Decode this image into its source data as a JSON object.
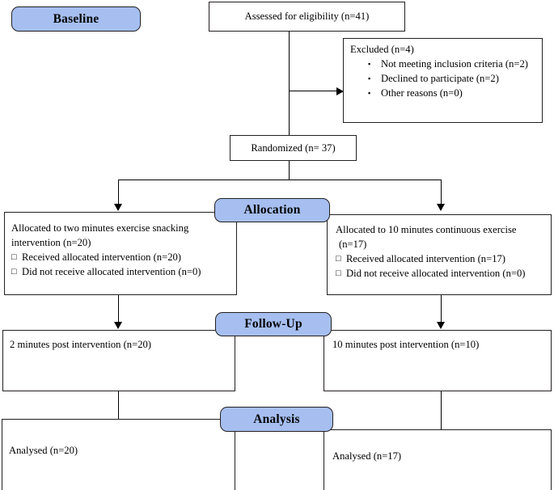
{
  "diagram": {
    "title": "CONSORT participant flow diagram",
    "accent_color": "#a6bff0",
    "line_color": "#000000",
    "box_border_color": "#231f20",
    "background_color": "#ffffff"
  },
  "stages": [
    {
      "id": "baseline",
      "label": "Baseline"
    },
    {
      "id": "allocation",
      "label": "Allocation"
    },
    {
      "id": "followup",
      "label": "Follow-Up"
    },
    {
      "id": "analysis",
      "label": "Analysis"
    }
  ],
  "enrollment": {
    "assessed": "Assessed for eligibility (n=41)",
    "randomized": "Randomized (n= 37)",
    "excluded": {
      "heading": "Excluded (n=4)",
      "bullet_marker": "▪",
      "reasons": [
        "Not meeting inclusion criteria (n=2)",
        "Declined to participate (n=2)",
        "Other reasons (n=0)"
      ]
    }
  },
  "arms": {
    "bullet_marker": "□",
    "left": {
      "allocation": {
        "lead": "Allocated to two minutes exercise snacking intervention (n=20)",
        "items": [
          "Received allocated intervention (n=20)",
          "Did not receive allocated intervention (n=0)"
        ]
      },
      "followup": "2 minutes post intervention  (n=20)",
      "analysis": "Analysed (n=20)"
    },
    "right": {
      "allocation": {
        "lead_line1": "Allocated to 10 minutes continuous exercise",
        "lead_line2": "(n=17)",
        "items": [
          "Received allocated intervention (n=17)",
          "Did not receive allocated intervention (n=0)"
        ]
      },
      "followup": "10 minutes post intervention (n=10)",
      "analysis": "Analysed (n=17)"
    }
  },
  "flow_data": {
    "type": "flowchart",
    "assessed_n": 41,
    "excluded_n": 4,
    "excluded_breakdown": [
      {
        "reason": "Not meeting inclusion criteria",
        "n": 2
      },
      {
        "reason": "Declined to participate",
        "n": 2
      },
      {
        "reason": "Other reasons",
        "n": 0
      }
    ],
    "randomized_n": 37,
    "arms": [
      {
        "name": "two minutes exercise snacking",
        "allocated_n": 20,
        "received_n": 20,
        "not_received_n": 0,
        "followup_n": 20,
        "analysed_n": 20
      },
      {
        "name": "10 minutes continuous exercise",
        "allocated_n": 17,
        "received_n": 17,
        "not_received_n": 0,
        "followup_n": 10,
        "analysed_n": 17
      }
    ]
  }
}
